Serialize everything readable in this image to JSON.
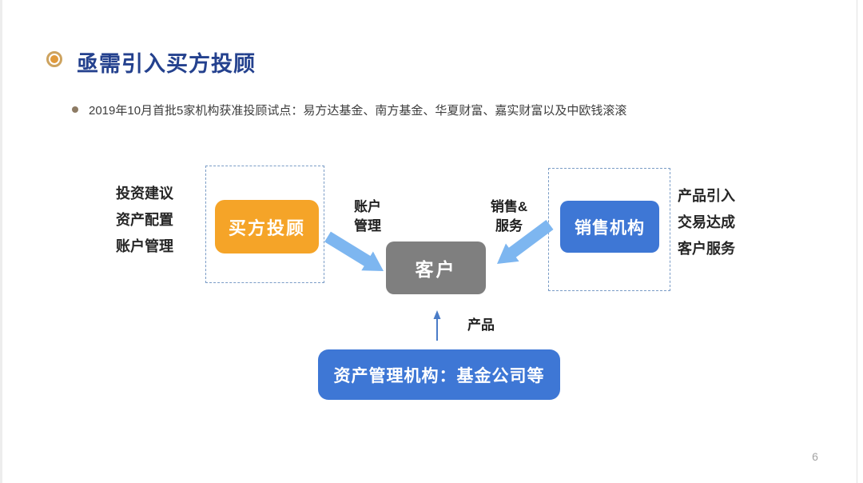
{
  "slide": {
    "title": "亟需引入买方投顾",
    "bullet_text": "2019年10月首批5家机构获准投顾试点：易方达基金、南方基金、华夏财富、嘉实财富以及中欧钱滚滚",
    "page_number": "6"
  },
  "diagram": {
    "left_functions": [
      "投资建议",
      "资产配置",
      "账户管理"
    ],
    "right_functions": [
      "产品引入",
      "交易达成",
      "客户服务"
    ],
    "buyer_advisor_box": "买方投顾",
    "customer_box": "客户",
    "sales_box": "销售机构",
    "asset_manager_box": "资产管理机构：基金公司等",
    "arrow_account_label": "账户\n管理",
    "arrow_sales_label": "销售&\n服务",
    "arrow_product_label": "产品"
  },
  "colors": {
    "title_blue": "#24418e",
    "box_orange": "#f5a428",
    "box_blue": "#3e77d5",
    "box_gray": "#7f7f7f",
    "arrow_light_blue": "#7db6f0",
    "arrow_dark_blue": "#4a7cc7",
    "dashed_border_blue": "#7a9cc6",
    "bullet_ring_gold": "#cda35f",
    "bullet_center_orange": "#e09a3c",
    "sub_bullet_dot_brown": "#8d7b64"
  }
}
